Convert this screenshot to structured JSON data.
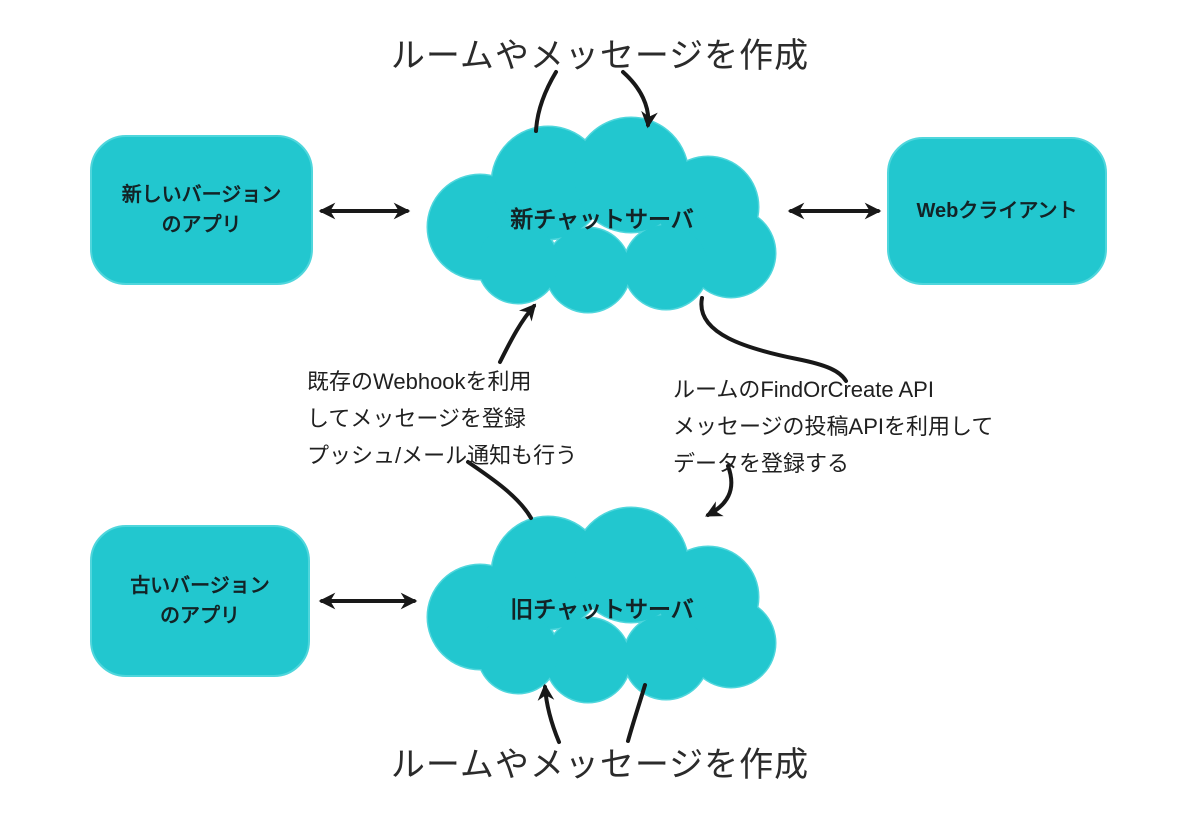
{
  "diagram": {
    "titles": {
      "top": "ルームやメッセージを作成",
      "bottom": "ルームやメッセージを作成"
    },
    "nodes": {
      "new_app": {
        "line1": "新しいバージョン",
        "line2": "のアプリ"
      },
      "web_client": {
        "label": "Webクライアント"
      },
      "old_app": {
        "line1": "古いバージョン",
        "line2": "のアプリ"
      },
      "new_chat_server": {
        "label": "新チャットサーバ"
      },
      "old_chat_server": {
        "label": "旧チャットサーバ"
      }
    },
    "annotations": {
      "webhook": {
        "line1": "既存のWebhookを利用",
        "line2": "してメッセージを登録",
        "line3": "プッシュ/メール通知も行う"
      },
      "api": {
        "line1": "ルームのFindOrCreate API",
        "line2": "メッセージの投稿APIを利用して",
        "line3": "データを登録する"
      }
    },
    "colors": {
      "shape_fill": "#22c7cf",
      "shape_border": "#4fd6dc",
      "arrow": "#181818",
      "shape_text": "#132326",
      "label_text": "#202020",
      "title_text": "#2b2b2b"
    }
  }
}
